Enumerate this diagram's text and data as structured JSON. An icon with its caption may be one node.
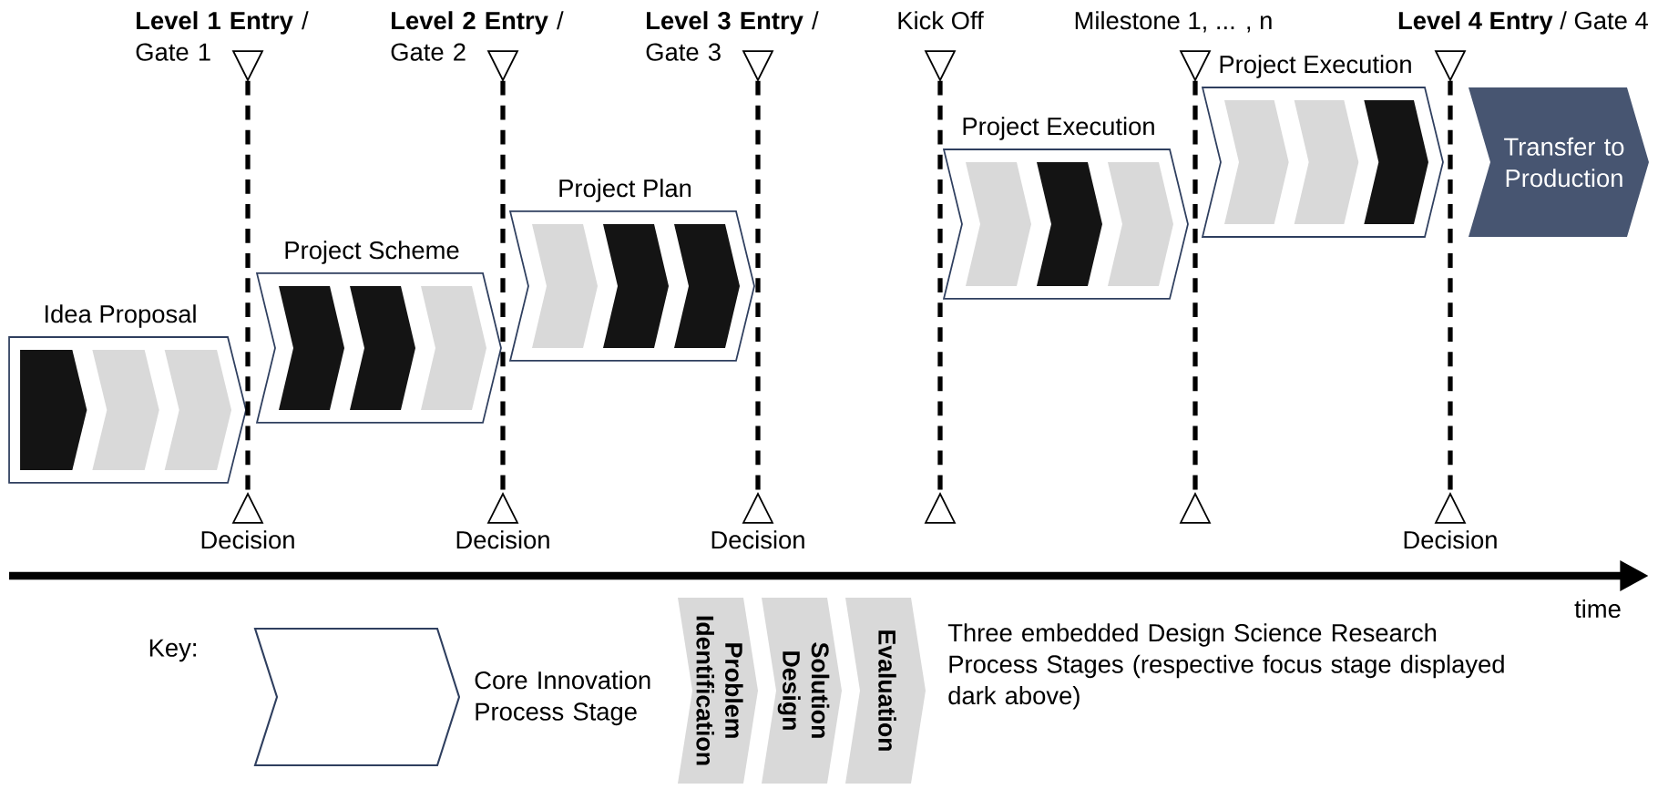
{
  "diagram": {
    "nodes": [
      {
        "text": [
          "Idea Proposal"
        ]
      },
      {
        "text": [
          "Project Scheme"
        ]
      },
      {
        "text": [
          "Project Plan"
        ]
      },
      {
        "text": [
          "Project Execution"
        ]
      },
      {
        "text": [
          "Project Execution"
        ]
      },
      {
        "text": [
          "Transfer to Production"
        ]
      },
      {
        "text": [],
        "shape": "triangle",
        "beside": [
          "**Level 1 Entry** / Gate 1"
        ]
      },
      {
        "text": [],
        "shape": "triangle",
        "beside": [
          "Decision"
        ]
      },
      {
        "text": [],
        "shape": "triangle",
        "beside": [
          "**Level 2 Entry** / Gate 2"
        ]
      },
      {
        "text": [],
        "shape": "triangle",
        "beside": [
          "Decision"
        ]
      },
      {
        "text": [],
        "shape": "triangle",
        "beside": [
          "**Level 3 Entry** / Gate 3"
        ]
      },
      {
        "text": [],
        "shape": "triangle",
        "beside": [
          "Decision"
        ]
      },
      {
        "text": [],
        "shape": "triangle",
        "beside": [
          "Kick Off"
        ]
      },
      {
        "text": [],
        "shape": "triangle"
      },
      {
        "text": [],
        "shape": "triangle",
        "beside": [
          "Milestone 1, ... , n"
        ]
      },
      {
        "text": [],
        "shape": "triangle"
      },
      {
        "text": [],
        "shape": "triangle",
        "beside": [
          "**Level 4 Entry** / Gate 4"
        ]
      },
      {
        "text": [],
        "shape": "triangle",
        "beside": [
          "Decision"
        ]
      },
      {
        "text": [],
        "shape": "chevron",
        "beside": [
          "Core Innovation Process Stage"
        ]
      },
      {
        "text": [
          "Problem Identification"
        ]
      },
      {
        "text": [
          "Solution Design"
        ]
      },
      {
        "text": [
          "Evaluation"
        ]
      }
    ],
    "edges": [
      {
        "from": 6,
        "to": 7,
        "arrow": "none",
        "style": "dashed"
      },
      {
        "from": 8,
        "to": 9,
        "arrow": "none",
        "style": "dashed"
      },
      {
        "from": 10,
        "to": 11,
        "arrow": "none",
        "style": "dashed"
      },
      {
        "from": 12,
        "to": 13,
        "arrow": "none",
        "style": "dashed"
      },
      {
        "from": 14,
        "to": 15,
        "arrow": "none",
        "style": "dashed"
      },
      {
        "from": 16,
        "to": 17,
        "arrow": "none",
        "style": "dashed"
      }
    ],
    "labels": [
      "time",
      "Key:",
      "Three embedded Design Science Research Process Stages (respective focus stage displayed dark above)"
    ]
  }
}
